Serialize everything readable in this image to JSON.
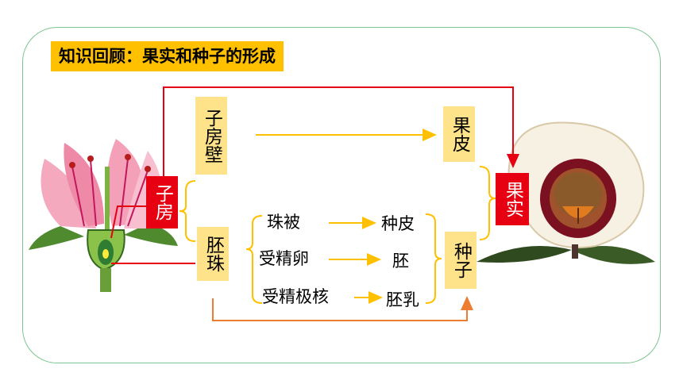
{
  "title": "知识回顾：果实和种子的形成",
  "boxes": {
    "ovary_wall": "子房壁",
    "pericarp": "果皮",
    "ovary": "子房",
    "fruit": "果实",
    "ovule": "胚珠",
    "seed": "种子"
  },
  "labels": {
    "integument": "珠被",
    "fertilized_egg": "受精卵",
    "fertilized_polar_nuclei": "受精极核",
    "seed_coat": "种皮",
    "embryo": "胚",
    "endosperm": "胚乳"
  },
  "colors": {
    "title_bg": "#ffc000",
    "box_yellow": "#ffe38a",
    "box_red": "#e60012",
    "arrow_yellow": "#ffc000",
    "arrow_orange": "#ed7d31",
    "line_red": "#e60012",
    "frame": "#7cc58f"
  }
}
